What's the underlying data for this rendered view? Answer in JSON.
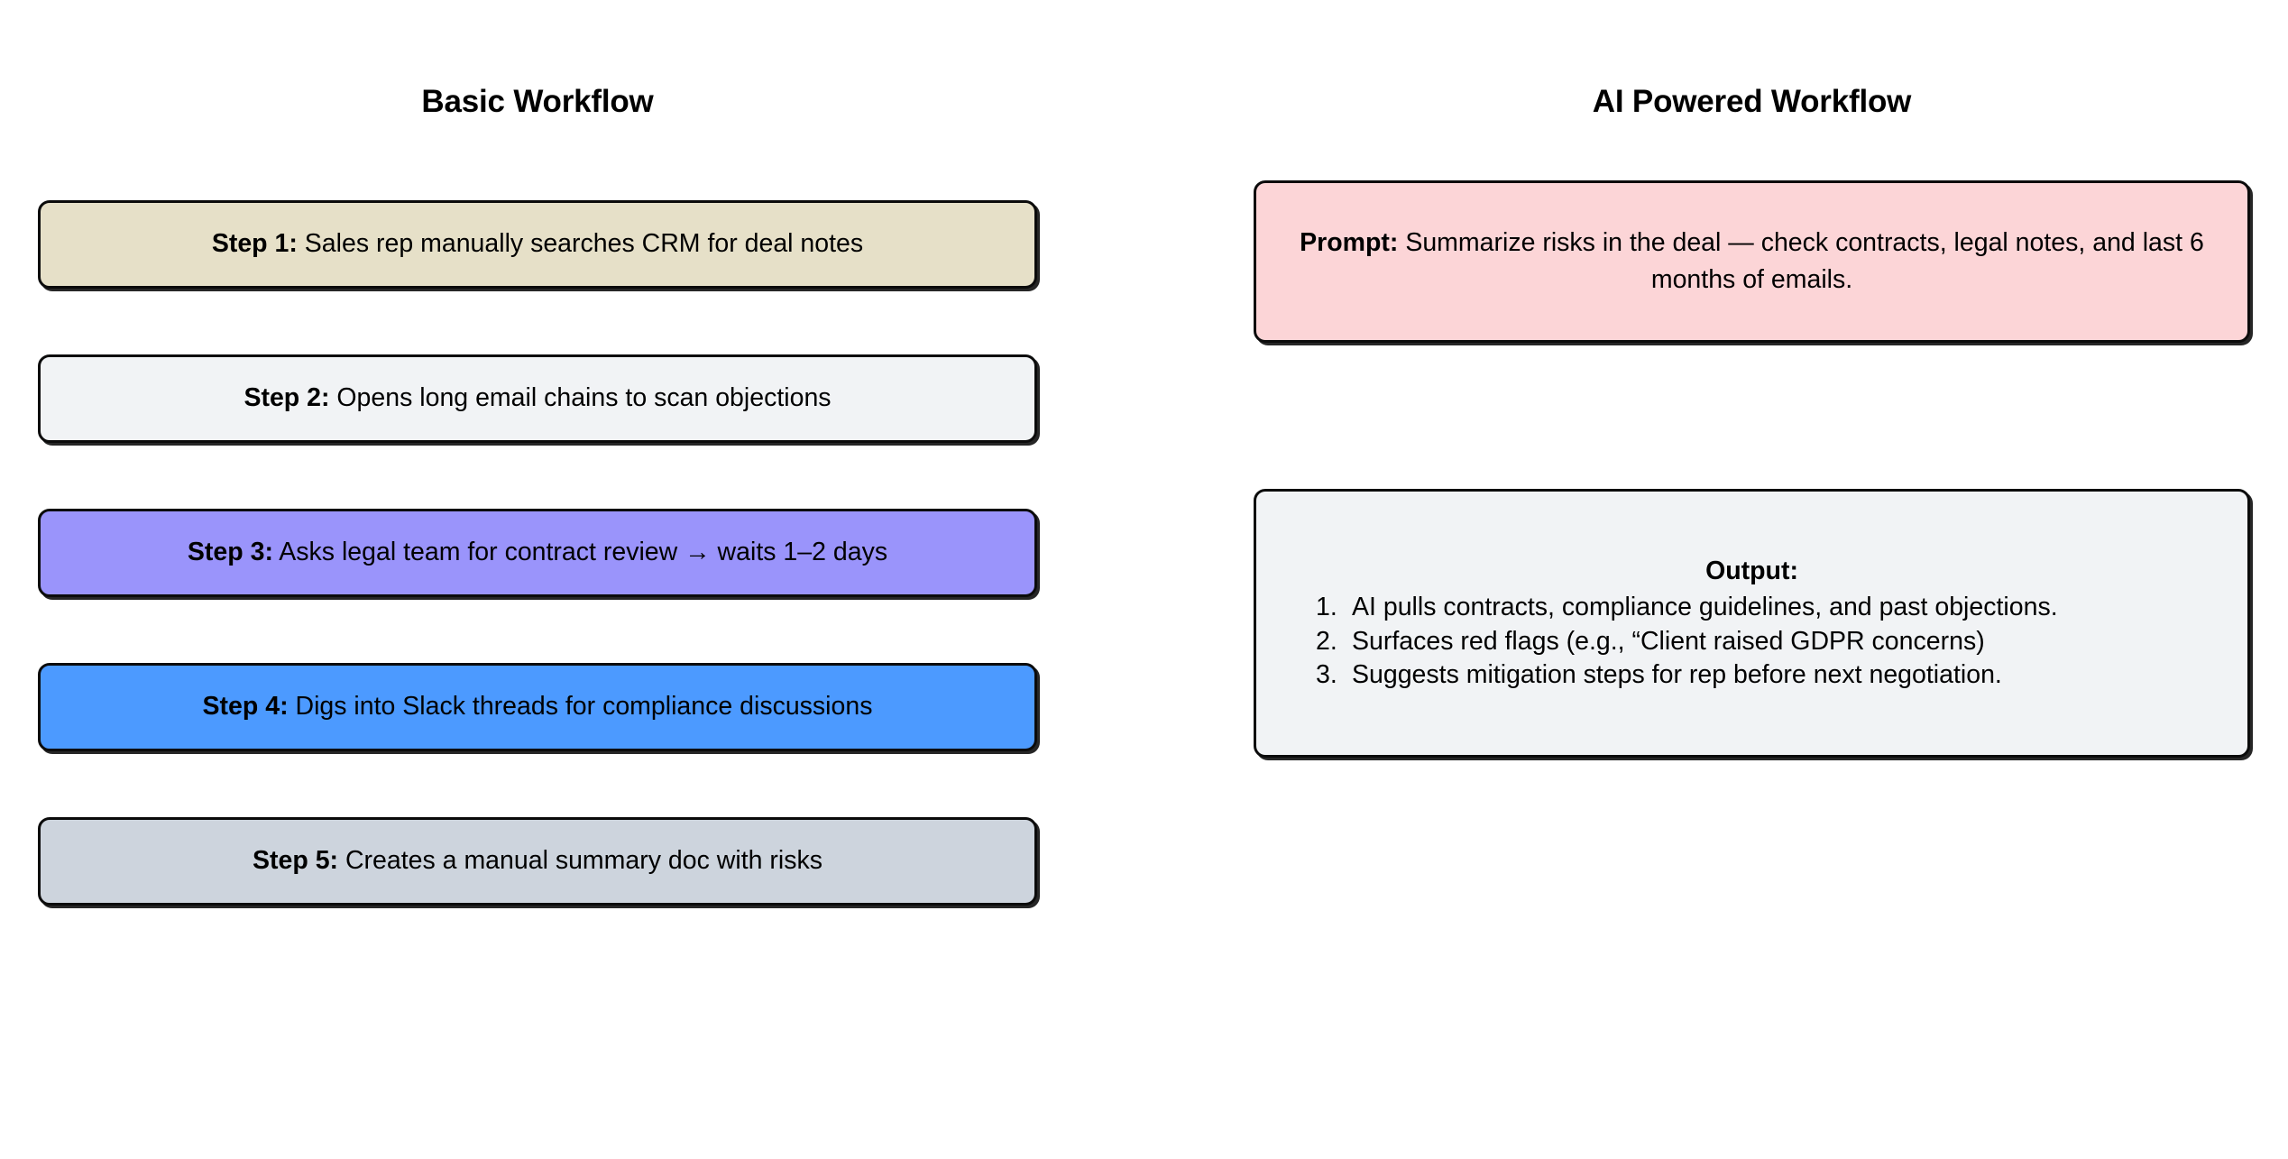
{
  "page": {
    "background": "#ffffff"
  },
  "columns": [
    {
      "id": "basic-workflow",
      "title": "Basic Workflow",
      "cards": [
        {
          "name": "step-1",
          "label": "Step 1:",
          "text": " Sales rep manually searches CRM for deal notes",
          "fill": "#e6e0c8"
        },
        {
          "name": "step-2",
          "label": "Step 2:",
          "text": " Opens long email chains to scan objections",
          "fill": "#f1f3f5"
        },
        {
          "name": "step-3",
          "label": "Step 3:",
          "text": " Asks legal team for contract review → waits 1–2 days",
          "fill": "#9a94fb"
        },
        {
          "name": "step-4",
          "label": "Step 4:",
          "text": " Digs into Slack threads for compliance discussions",
          "fill": "#4c9aff"
        },
        {
          "name": "step-5",
          "label": "Step 5:",
          "text": " Creates a manual summary doc with risks",
          "fill": "#cdd4dd"
        }
      ]
    },
    {
      "id": "ai-powered-workflow",
      "title": "AI Powered Workflow",
      "prompt": {
        "name": "prompt",
        "label": "Prompt:",
        "text": " Summarize risks in the deal — check contracts, legal notes, and last 6 months of emails.",
        "fill": "#fcd5d7"
      },
      "output": {
        "name": "output",
        "heading": "Output:",
        "fill": "#f1f3f5",
        "items": [
          "AI pulls contracts, compliance guidelines, and past objections.",
          "Surfaces red flags (e.g., “Client raised GDPR concerns)",
          "Suggests mitigation steps for rep before next negotiation."
        ]
      }
    }
  ],
  "colors": {
    "border": "#0b0b0b",
    "text": "#000000",
    "background": "#ffffff"
  }
}
